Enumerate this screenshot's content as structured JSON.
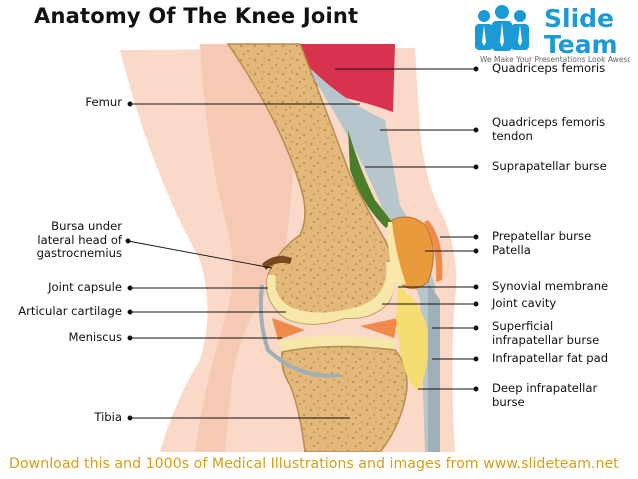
{
  "title": "Anatomy Of The Knee Joint",
  "logo": {
    "line1": "Slide",
    "line2": "Team",
    "tagline": "We Make Your Presentations Look Awesome",
    "color": "#1b9ad6"
  },
  "labels_left": {
    "femur": "Femur",
    "bursa_line1": "Bursa under",
    "bursa_line2": "lateral head of",
    "bursa_line3": "gastrocnemius",
    "joint_capsule": "Joint capsule",
    "articular_cartilage": "Articular cartilage",
    "meniscus": "Meniscus",
    "tibia": "Tibia"
  },
  "labels_right": {
    "quadriceps_femoris": "Quadriceps femoris",
    "qf_tendon_line1": "Quadriceps femoris",
    "qf_tendon_line2": "tendon",
    "suprapatellar": "Suprapatellar burse",
    "prepatellar": "Prepatellar burse",
    "patella": "Patella",
    "synovial": "Synovial membrane",
    "joint_cavity": "Joint cavity",
    "superficial_line1": "Superficial",
    "superficial_line2": "infrapatellar burse",
    "fat_pad": "Infrapatellar fat pad",
    "deep_line1": "Deep infrapatellar",
    "deep_line2": "burse"
  },
  "footer": {
    "text": "Download this and 1000s of Medical Illustrations and images from www.slideteam.net",
    "color": "#d4a017"
  },
  "colors": {
    "skin": "#fbd9c8",
    "bone": "#e2b97a",
    "muscle": "#d9324f",
    "cartilage": "#f7e7a8",
    "meniscus": "#f08a4a",
    "fat_pad": "#f6dd72"
  }
}
